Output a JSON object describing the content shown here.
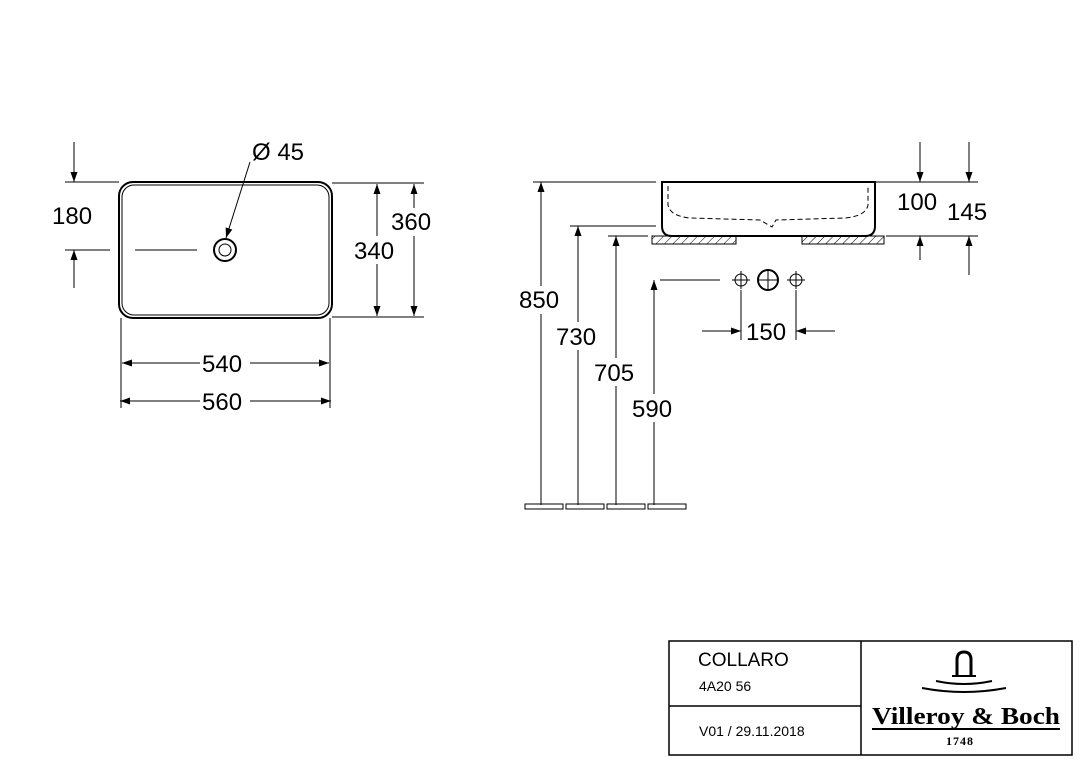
{
  "top_view": {
    "hole_label": "Ø 45",
    "dim_180": "180",
    "dim_340": "340",
    "dim_360": "360",
    "dim_540": "540",
    "dim_560": "560"
  },
  "side_view": {
    "dim_100": "100",
    "dim_145": "145",
    "dim_150": "150",
    "dim_850": "850",
    "dim_730": "730",
    "dim_705": "705",
    "dim_590": "590"
  },
  "title_block": {
    "product_name": "COLLARO",
    "product_code": "4A20 56",
    "version": "V01 / 29.11.2018",
    "brand": "Villeroy & Boch",
    "brand_year": "1748"
  }
}
